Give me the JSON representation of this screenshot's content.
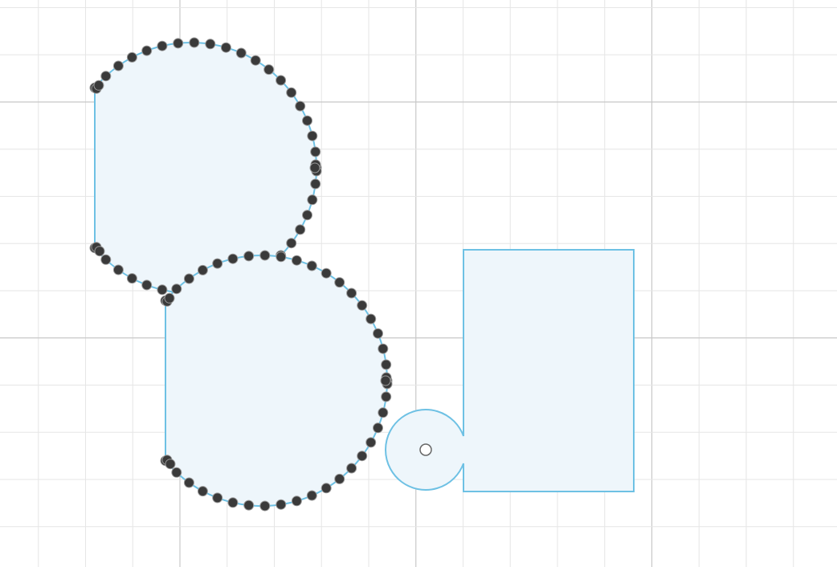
{
  "canvas": {
    "background": "#ffffff",
    "grid_minor_color": "#e6e6e6",
    "grid_major_color": "#c8c8c8",
    "shape_stroke": "#6ec1e4",
    "shape_fill": "#eef6fb",
    "point_fill": "#3a3a3a",
    "point_stroke": "#9a9a9a",
    "anchor_fill": "#ffffff",
    "anchor_stroke": "#666666"
  },
  "shapes": [
    {
      "name": "upper-arc-shape",
      "kind": "arc-with-chord",
      "point_count": 46
    },
    {
      "name": "lower-arc-shape",
      "kind": "arc-with-chord",
      "point_count": 46
    },
    {
      "name": "keyhole-shape",
      "kind": "circle-plus-rectangle",
      "anchor": "center-handle"
    }
  ]
}
